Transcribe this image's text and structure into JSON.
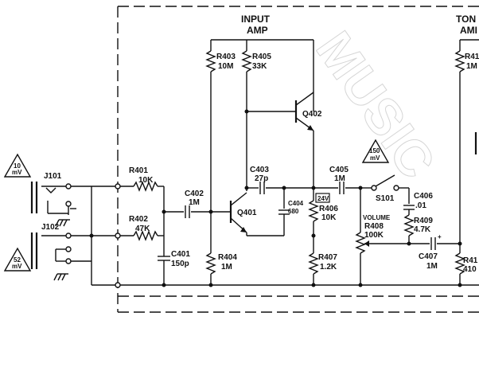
{
  "watermark": "MUSIC",
  "blocks": {
    "input_amp_line1": "INPUT",
    "input_amp_line2": "AMP",
    "tone_amp_line1": "TON",
    "tone_amp_line2": "AMI"
  },
  "signal_levels": {
    "j101_level_value": "10",
    "j101_level_unit": "mV",
    "j102_level_value": "52",
    "j102_level_unit": "mV",
    "s101_level_value": "150",
    "s101_level_unit": "mV"
  },
  "jacks": {
    "j101": "J101",
    "j102": "J102"
  },
  "resistors": {
    "r401_ref": "R401",
    "r401_val": "10K",
    "r402_ref": "R402",
    "r402_val": "47K",
    "r403_ref": "R403",
    "r403_val": "10M",
    "r404_ref": "R404",
    "r404_val": "1M",
    "r405_ref": "R405",
    "r405_val": "33K",
    "r406_ref": "R406",
    "r406_val": "10K",
    "r407_ref": "R407",
    "r407_val": "1.2K",
    "r408_label": "VOLUME",
    "r408_ref": "R408",
    "r408_val": "100K",
    "r409_ref": "R409",
    "r409_val": "4.7K",
    "r41x_top_ref": "R41",
    "r41x_top_val": "1M",
    "r41x_bot_ref": "R41",
    "r41x_bot_val": "410"
  },
  "capacitors": {
    "c401_ref": "C401",
    "c401_val": "150p",
    "c402_ref": "C402",
    "c402_val": "1M",
    "c403_ref": "C403",
    "c403_val": "27p",
    "c404_ref": "C404",
    "c404_val": "680",
    "c405_ref": "C405",
    "c405_val": "1M",
    "c406_ref": "C406",
    "c406_val": ".01",
    "c407_ref": "C407",
    "c407_val": "1M"
  },
  "transistors": {
    "q401": "Q401",
    "q402": "Q402"
  },
  "switches": {
    "s101": "S101"
  },
  "markers": {
    "voltage_tag": "24V",
    "c407_polarity": "+"
  }
}
